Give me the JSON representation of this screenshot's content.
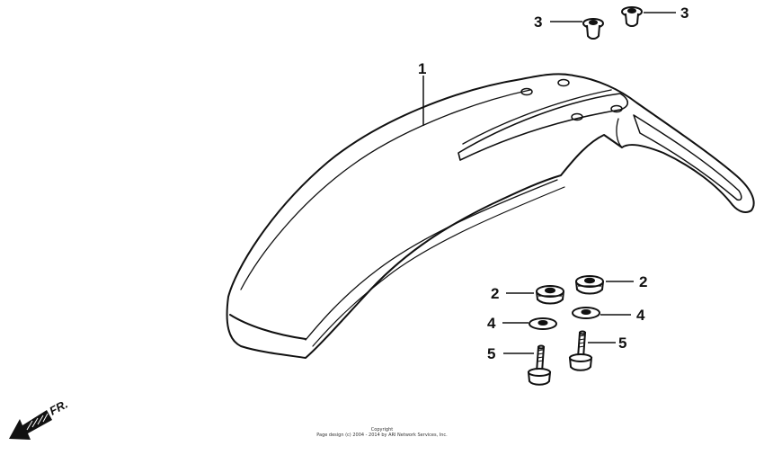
{
  "callouts": {
    "part1": "1",
    "part2_left": "2",
    "part2_right": "2",
    "part3_left": "3",
    "part3_right": "3",
    "part4_left": "4",
    "part4_right": "4",
    "part5_left": "5",
    "part5_right": "5"
  },
  "direction": {
    "label": "FR.",
    "icon": "front-direction-arrow-icon"
  },
  "footer": {
    "line1": "Copyright",
    "line2": "Page design (c) 2004 - 2014 by ARI Network Services, Inc."
  },
  "colors": {
    "line": "#111111",
    "background": "#ffffff"
  }
}
